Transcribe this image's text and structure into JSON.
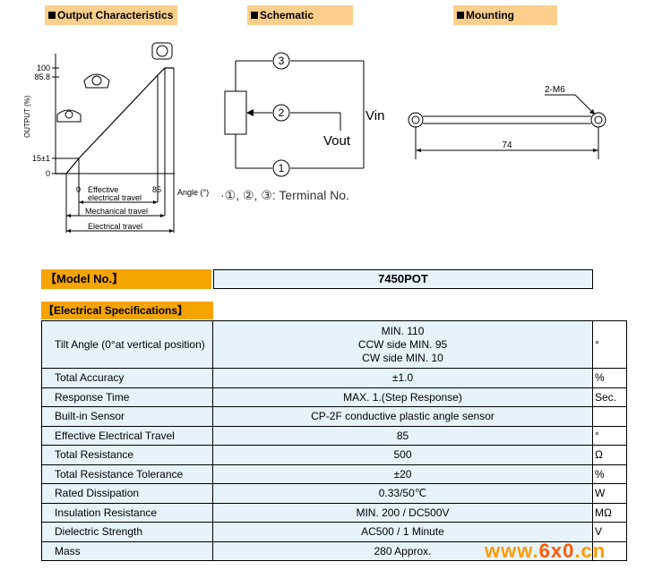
{
  "sections": {
    "output": "Output Characteristics",
    "schematic": "Schematic",
    "mounting": "Mounting"
  },
  "output_chart": {
    "y_label": "OUTPUT (%)",
    "y_100": "100",
    "y_85_8": "85.8",
    "y_15": "15±1",
    "y_0": "0",
    "x_0": "0",
    "x_85": "85",
    "x_label": "Angle (°)",
    "dim_effective_1": "Effective",
    "dim_effective_2": "electrical travel",
    "dim_mechanical": "Mechanical travel",
    "dim_electrical": "Electrical travel"
  },
  "schematic": {
    "terminal_1": "1",
    "terminal_2": "2",
    "terminal_3": "3",
    "vin": "Vin",
    "vout": "Vout",
    "note": "·①, ②, ③: Terminal No."
  },
  "mounting": {
    "hole_label": "2-M6",
    "distance": "74"
  },
  "model": {
    "label": "【Model No.】",
    "value": "7450POT"
  },
  "electrical": {
    "label": "【Electrical Specifications】",
    "rows": [
      {
        "name": "Tilt Angle (0°at vertical position)",
        "values": [
          "MIN. 110",
          "CCW side   MIN. 95",
          "CW   side    MIN. 10"
        ],
        "unit": "°"
      },
      {
        "name": "Total Accuracy",
        "values": [
          "±1.0"
        ],
        "unit": "%"
      },
      {
        "name": "Response Time",
        "values": [
          "MAX. 1.(Step Response)"
        ],
        "unit": "Sec."
      },
      {
        "name": "Built-in Sensor",
        "values": [
          "CP-2F conductive plastic angle sensor"
        ],
        "unit": ""
      },
      {
        "name": "Effective Electrical Travel",
        "values": [
          "85"
        ],
        "unit": "°"
      },
      {
        "name": "Total Resistance",
        "values": [
          "500"
        ],
        "unit": "Ω"
      },
      {
        "name": "Total Resistance Tolerance",
        "values": [
          "±20"
        ],
        "unit": "%"
      },
      {
        "name": "Rated Dissipation",
        "values": [
          "0.33/50℃"
        ],
        "unit": "W"
      },
      {
        "name": "Insulation Resistance",
        "values": [
          "MIN. 200 / DC500V"
        ],
        "unit": "MΩ"
      },
      {
        "name": "Dielectric  Strength",
        "values": [
          "AC500 / 1 Minute"
        ],
        "unit": "V"
      },
      {
        "name": "Mass",
        "values": [
          "280 Approx."
        ],
        "unit": ""
      }
    ]
  },
  "watermark": {
    "prefix": "www.",
    "site": "6x0",
    "suffix": ".cn"
  }
}
